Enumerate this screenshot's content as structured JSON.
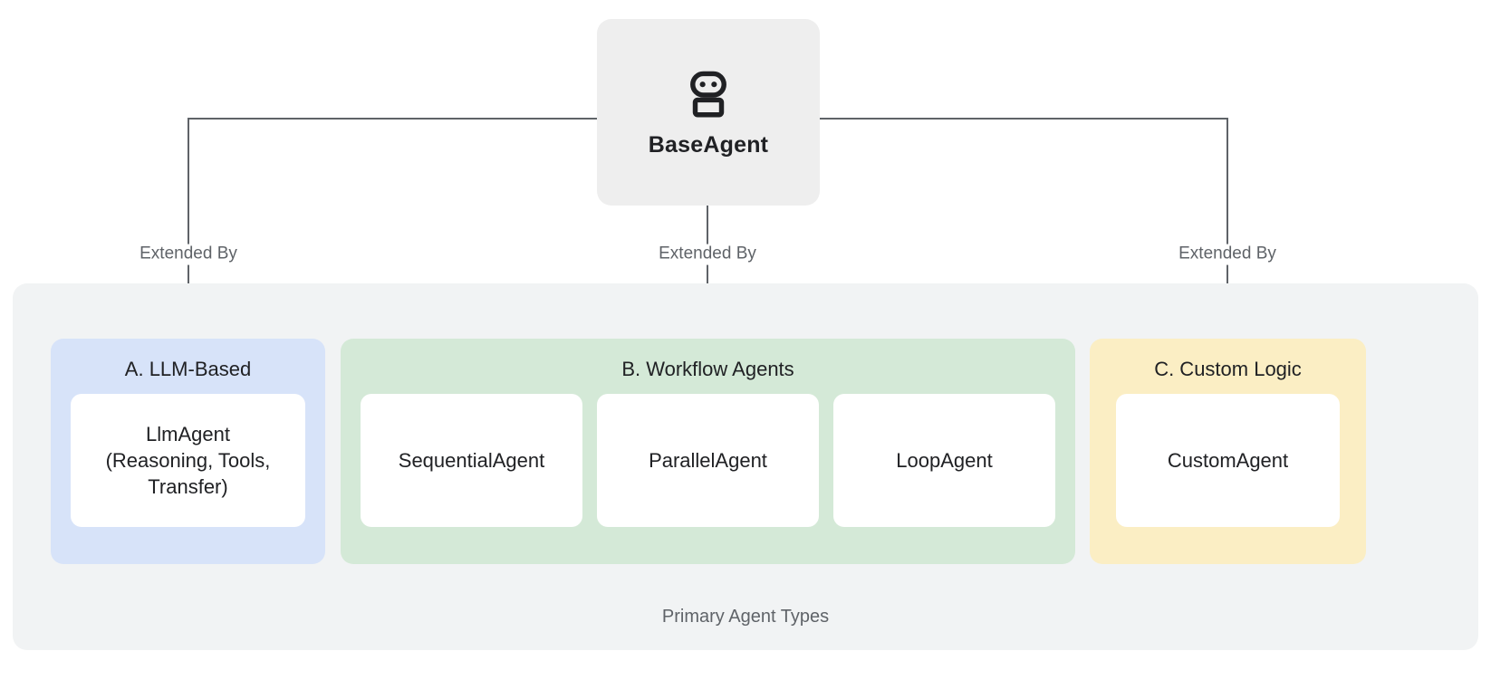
{
  "diagram": {
    "root": {
      "label": "BaseAgent",
      "icon": "robot-icon"
    },
    "edges": [
      {
        "label": "Extended By"
      },
      {
        "label": "Extended By"
      },
      {
        "label": "Extended By"
      }
    ],
    "group": {
      "caption": "Primary Agent Types",
      "background_color": "#f1f3f4"
    },
    "categories": [
      {
        "title": "A. LLM-Based",
        "color": "#d7e3f9",
        "cards": [
          {
            "label": "LlmAgent\n(Reasoning, Tools,\nTransfer)"
          }
        ]
      },
      {
        "title": "B. Workflow Agents",
        "color": "#d4e9d7",
        "cards": [
          {
            "label": "SequentialAgent"
          },
          {
            "label": "ParallelAgent"
          },
          {
            "label": "LoopAgent"
          }
        ]
      },
      {
        "title": "C. Custom Logic",
        "color": "#fbeec4",
        "cards": [
          {
            "label": "CustomAgent"
          }
        ]
      }
    ],
    "colors": {
      "root_box": "#eeeeee",
      "connector": "#5f6368",
      "text_primary": "#202124",
      "text_muted": "#5f6368",
      "card": "#ffffff"
    }
  }
}
